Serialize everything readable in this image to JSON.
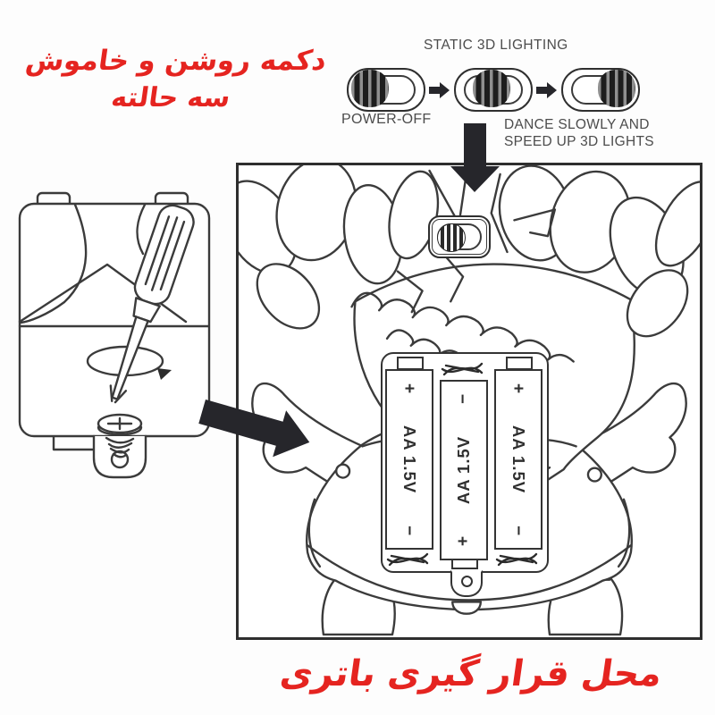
{
  "colors": {
    "red": "#E52420",
    "line_ink": "#3B3B3B",
    "label_gray": "#4C4C4C",
    "arrow_black": "#26262B",
    "knob_dark": "#1D1D1D",
    "knob_light": "#8F8F8F"
  },
  "captions": {
    "power_button_fa": {
      "line1": "دکمه روشن و خاموش",
      "line2": "سه حالته"
    },
    "battery_location_fa": "محل قرار گیری باتری"
  },
  "switch_diagram": {
    "title": "STATIC 3D LIGHTING",
    "power_off_label": "POWER-OFF",
    "dance_label": {
      "line1": "DANCE SLOWLY AND",
      "line2": "SPEED UP 3D LIGHTS"
    },
    "positions": [
      "left",
      "center",
      "right"
    ]
  },
  "battery_compartment": {
    "batteries": [
      {
        "label": "AA 1.5V",
        "top_sign": "+",
        "bottom_sign": "−",
        "inverted": false
      },
      {
        "label": "AA 1.5V",
        "top_sign": "−",
        "bottom_sign": "+",
        "inverted": true
      },
      {
        "label": "AA 1.5V",
        "top_sign": "+",
        "bottom_sign": "−",
        "inverted": false
      }
    ]
  },
  "icons": {
    "arrow_right_small": "solid right arrow between switch states",
    "arrow_down_large": "solid down arrow pointing to head switch",
    "arrow_insert": "solid arrow from battery cover to toy back",
    "spring": "battery contact spring scribble",
    "screwdriver": "phillips screwdriver",
    "rotation_arrow": "unscrew rotation ellipse arrow",
    "screw": "phillips screw with spring",
    "screw_hole": "round screw hole"
  }
}
